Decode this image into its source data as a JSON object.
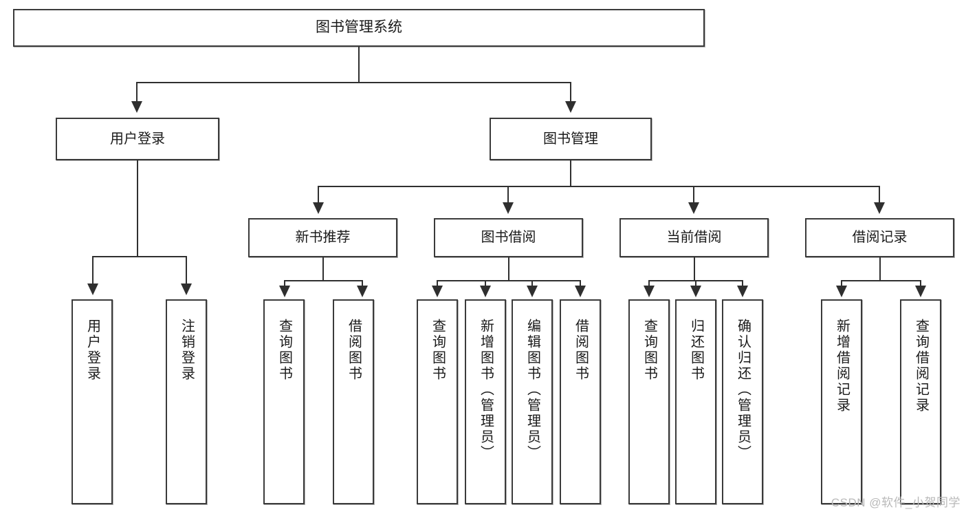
{
  "diagram": {
    "title": "图书管理系统",
    "watermark": "CSDN @软件_小贺同学",
    "colors": {
      "box_border": "#3a3a3a",
      "connector": "#2f2f2f",
      "background": "#ffffff",
      "text": "#1a1a1a",
      "watermark": "#b9b9b9"
    },
    "root": {
      "label": "图书管理系统"
    },
    "level2": [
      {
        "label": "用户登录"
      },
      {
        "label": "图书管理"
      }
    ],
    "level3": [
      {
        "label": "新书推荐"
      },
      {
        "label": "图书借阅"
      },
      {
        "label": "当前借阅"
      },
      {
        "label": "借阅记录"
      }
    ],
    "leaves": {
      "user_login": [
        {
          "label": "用户登录"
        },
        {
          "label": "注销登录"
        }
      ],
      "new_book_recommend": [
        {
          "label": "查询图书"
        },
        {
          "label": "借阅图书"
        }
      ],
      "book_borrow": [
        {
          "label": "查询图书"
        },
        {
          "label": "新增图书（管理员）"
        },
        {
          "label": "编辑图书（管理员）"
        },
        {
          "label": "借阅图书"
        }
      ],
      "current_borrow": [
        {
          "label": "查询图书"
        },
        {
          "label": "归还图书"
        },
        {
          "label": "确认归还（管理员）"
        }
      ],
      "borrow_record": [
        {
          "label": "新增借阅记录"
        },
        {
          "label": "查询借阅记录"
        }
      ]
    }
  }
}
